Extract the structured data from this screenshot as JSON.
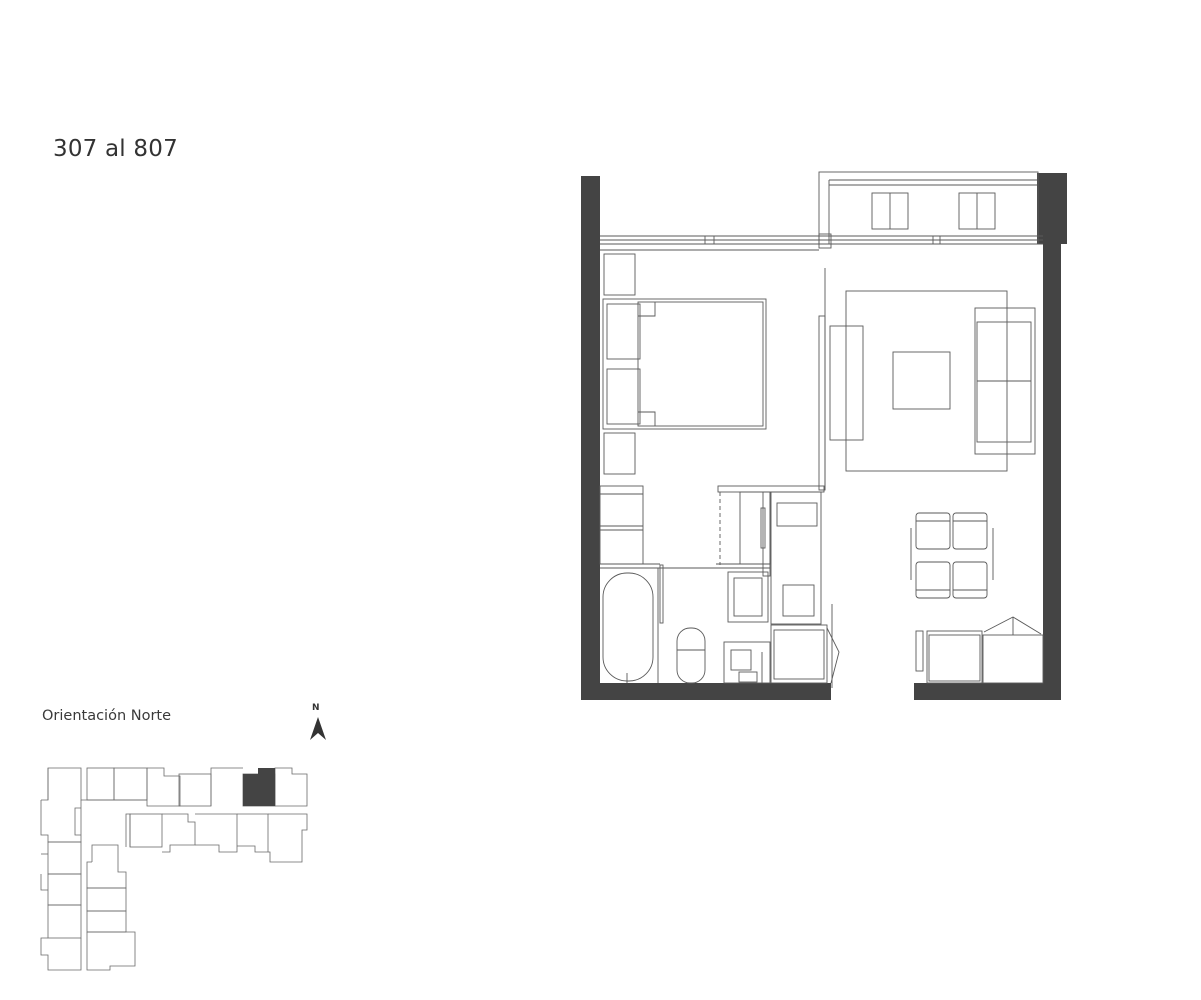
{
  "plan": {
    "unit_range": "307 al 807",
    "orientation_label": "Orientación Norte",
    "north_letter": "N"
  },
  "colors": {
    "wall": "#444444",
    "line": "#5a5a5a",
    "highlight_unit": "#444444",
    "text": "#333333"
  },
  "icons": [
    "north-arrow-icon"
  ]
}
